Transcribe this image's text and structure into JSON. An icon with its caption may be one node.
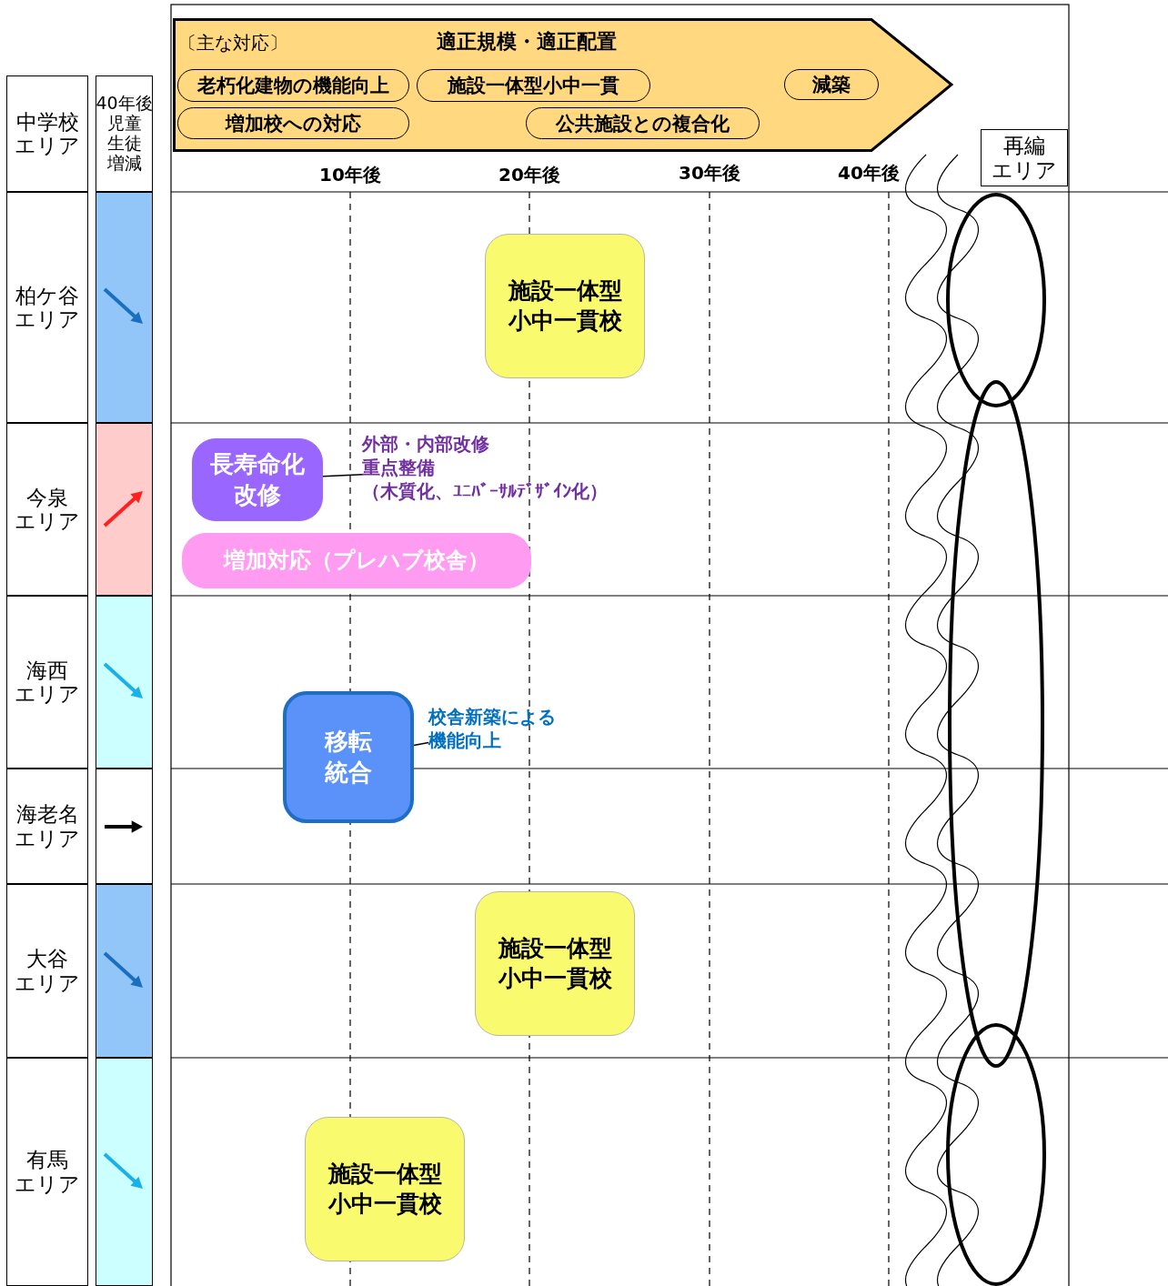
{
  "diagram": {
    "nodes": [
      {
        "text": [
          "〔主な対応〕",
          "適正規模・適正配置"
        ]
      },
      {
        "text": [
          "老朽化建物の機能向上"
        ],
        "in": 0
      },
      {
        "text": [
          "施設一体型小中一貫"
        ],
        "in": 0
      },
      {
        "text": [
          "減築"
        ],
        "in": 0
      },
      {
        "text": [
          "増加校への対応"
        ],
        "in": 0
      },
      {
        "text": [
          "公共施設との複合化"
        ],
        "in": 0
      },
      {
        "text": [
          "施設一体型小中一貫校"
        ]
      },
      {
        "text": [
          "長寿命化改修"
        ]
      },
      {
        "text": [
          "外部・内部改修重点整備（木質化、ﾕﾆﾊﾞｰｻﾙﾃﾞｻﾞｲﾝ化）"
        ]
      },
      {
        "text": [
          "増加対応（プレハブ校舎）"
        ]
      },
      {
        "text": [
          "移転統合"
        ]
      },
      {
        "text": [
          "校舎新築による機能向上"
        ]
      },
      {
        "text": [
          "施設一体型小中一貫校"
        ]
      },
      {
        "text": [
          "施設一体型小中一貫校"
        ]
      },
      {
        "text": [],
        "shape": "ellipse"
      },
      {
        "text": [],
        "shape": "ellipse"
      },
      {
        "text": [],
        "shape": "ellipse"
      }
    ],
    "edges": [
      {
        "from": 8,
        "to": 7,
        "arrow": "none"
      },
      {
        "from": 11,
        "to": 10,
        "arrow": "none"
      }
    ],
    "labels": [
      "中学校エリア",
      "40年後児童生徒増減",
      "10年後",
      "20年後",
      "30年後",
      "40年後",
      "再編エリア",
      "柏ケ谷エリア",
      "今泉エリア",
      "海西エリア",
      "海老名エリア",
      "大谷エリア",
      "有馬エリア"
    ]
  }
}
